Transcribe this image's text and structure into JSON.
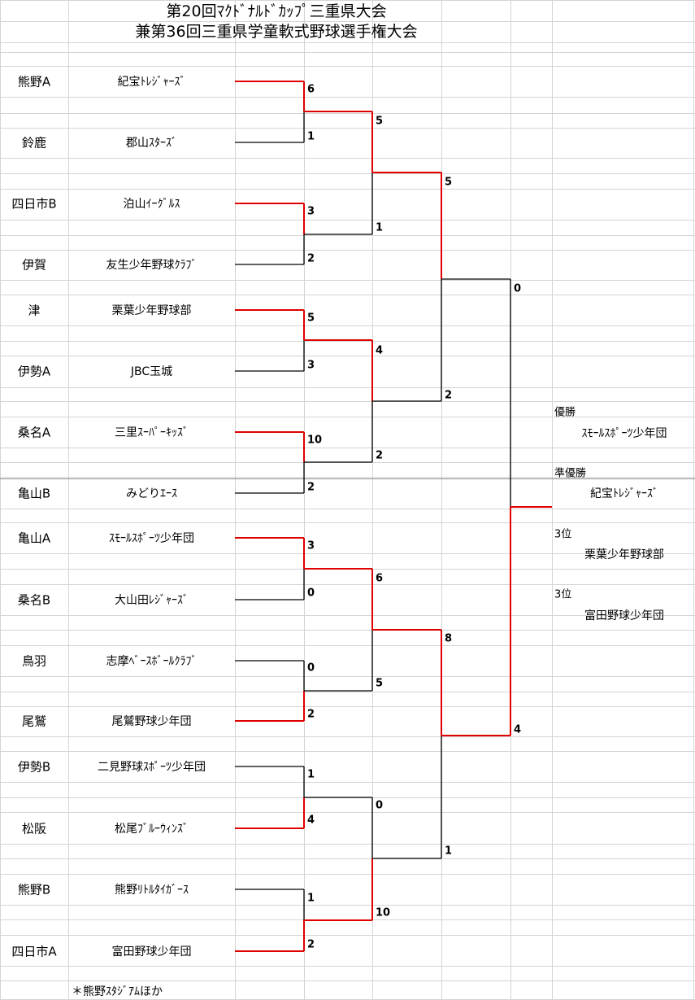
{
  "title": {
    "line1": "第20回ﾏｸﾄﾞﾅﾙﾄﾞｶｯﾌﾟ三重県大会",
    "line2": "兼第36回三重県学童軟式野球選手権大会"
  },
  "entries": [
    {
      "pref": "熊野A",
      "team": "紀宝ﾄﾚｼﾞｬｰｽﾞ",
      "score": "6"
    },
    {
      "pref": "鈴鹿",
      "team": "郡山ｽﾀｰｽﾞ",
      "score": "1"
    },
    {
      "pref": "四日市B",
      "team": "泊山ｲｰｸﾞﾙｽ",
      "score": "3"
    },
    {
      "pref": "伊賀",
      "team": "友生少年野球ｸﾗﾌﾞ",
      "score": "2"
    },
    {
      "pref": "津",
      "team": "栗葉少年野球部",
      "score": "5"
    },
    {
      "pref": "伊勢A",
      "team": "JBC玉城",
      "score": "3"
    },
    {
      "pref": "桑名A",
      "team": "三里ｽｰﾊﾟｰｷｯｽﾞ",
      "score": "10"
    },
    {
      "pref": "亀山B",
      "team": "みどりｴｰｽ",
      "score": "2"
    },
    {
      "pref": "亀山A",
      "team": "ｽﾓｰﾙｽﾎﾟｰﾂ少年団",
      "score": "3"
    },
    {
      "pref": "桑名B",
      "team": "大山田ﾚｼﾞｬｰｽﾞ",
      "score": "0"
    },
    {
      "pref": "鳥羽",
      "team": "志摩ﾍﾞｰｽﾎﾞｰﾙｸﾗﾌﾞ",
      "score": "0"
    },
    {
      "pref": "尾鷲",
      "team": "尾鷲野球少年団",
      "score": "2"
    },
    {
      "pref": "伊勢B",
      "team": "二見野球ｽﾎﾟｰﾂ少年団",
      "score": "1"
    },
    {
      "pref": "松阪",
      "team": "松尾ﾌﾞﾙｰｳｨﾝｽﾞ",
      "score": "4"
    },
    {
      "pref": "熊野B",
      "team": "熊野ﾘﾄﾙﾀｲｶﾞｰｽ",
      "score": "1"
    },
    {
      "pref": "四日市A",
      "team": "富田野球少年団",
      "score": "2"
    }
  ],
  "round2_scores": [
    "5",
    "1",
    "4",
    "2",
    "6",
    "5",
    "0",
    "10"
  ],
  "round3_scores": [
    "5",
    "2",
    "8",
    "1"
  ],
  "semifinal_scores": [
    "0",
    "4"
  ],
  "results": {
    "champion_label": "優勝",
    "champion": "ｽﾓｰﾙｽﾎﾟｰﾂ少年団",
    "runnerup_label": "準優勝",
    "runnerup": "紀宝ﾄﾚｼﾞｬｰｽﾞ",
    "third_label_1": "3位",
    "third_1": "栗葉少年野球部",
    "third_label_2": "3位",
    "third_2": "富田野球少年団"
  },
  "note": "＊熊野ｽﾀｼﾞｱﾑほか",
  "colors": {
    "winner_line": "#e00000",
    "loser_line": "#000000",
    "gridline": "#d4d4d4"
  }
}
